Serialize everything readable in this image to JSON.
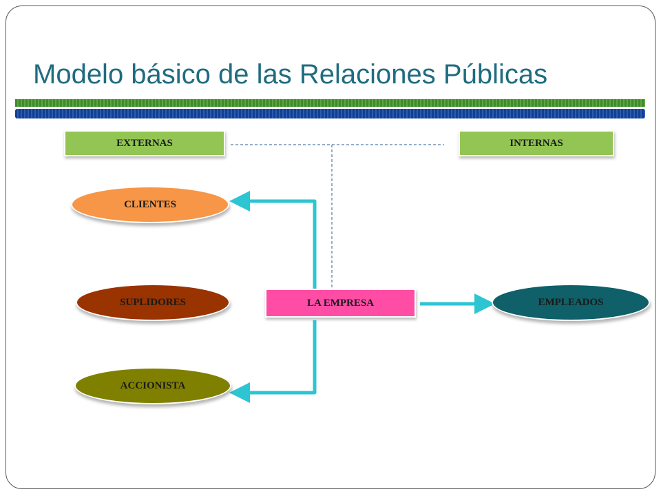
{
  "slide": {
    "title": "Modelo básico de las Relaciones Públicas"
  },
  "diagram": {
    "externas": "EXTERNAS",
    "internas": "INTERNAS",
    "clientes": "CLIENTES",
    "suplidores": "SUPLIDORES",
    "accionista": "ACCIONISTA",
    "la_empresa": "LA EMPRESA",
    "empleados": "EMPLEADOS"
  },
  "colors": {
    "title": "#1f6c80",
    "category_box": "#92c553",
    "clientes": "#f79646",
    "suplidores": "#993300",
    "accionista": "#808000",
    "la_empresa": "#ff4da6",
    "empleados": "#0f6068",
    "arrow": "#2ec5d3",
    "dashed_line": "#2e5e8e"
  }
}
